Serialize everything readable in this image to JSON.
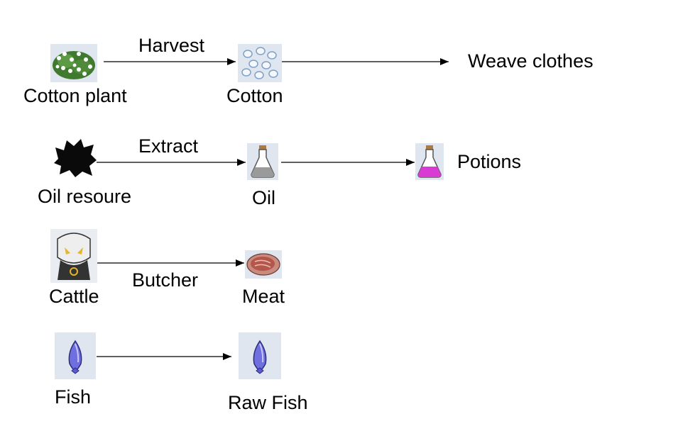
{
  "rows": [
    {
      "source": "Cotton plant",
      "process": "Harvest",
      "product": "Cotton",
      "use": "Weave clothes",
      "source_icon": "cotton-plant-icon",
      "product_icon": "cotton-icon"
    },
    {
      "source": "Oil resoure",
      "process": "Extract",
      "product": "Oil",
      "use": "Potions",
      "source_icon": "oil-resource-icon",
      "product_icon": "oil-flask-icon",
      "use_icon": "potion-flask-icon"
    },
    {
      "source": "Cattle",
      "process": "Butcher",
      "product": "Meat",
      "source_icon": "cattle-icon",
      "product_icon": "meat-icon"
    },
    {
      "source": "Fish",
      "product": "Raw Fish",
      "source_icon": "fish-icon",
      "product_icon": "raw-fish-icon"
    }
  ],
  "colors": {
    "background": "#ffffff",
    "line": "#000000",
    "icon_background": "#dfe6ef",
    "potion_liquid": "#d93ad6",
    "oil_liquid": "#9a9a9a",
    "meat": "#b5564a",
    "fish": "#5a5ad6",
    "leaf": "#4f8a3a"
  }
}
